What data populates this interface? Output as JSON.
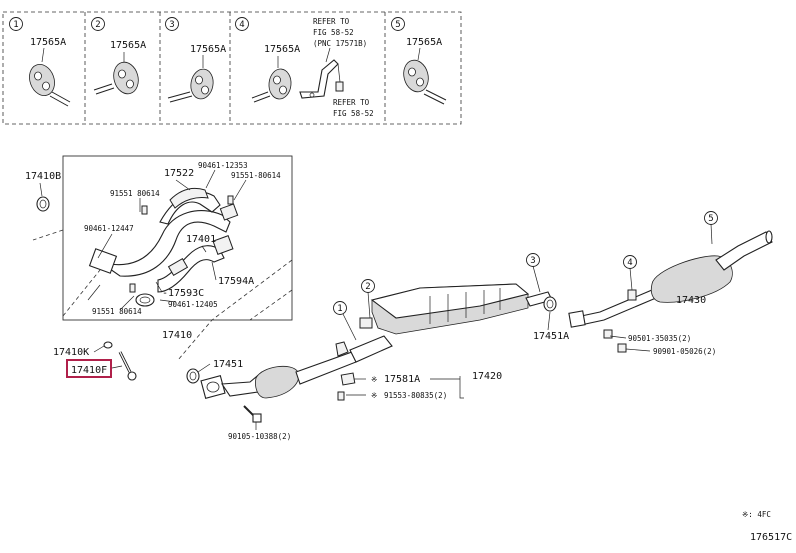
{
  "top_panels": [
    {
      "circle": "1",
      "part": "17565A"
    },
    {
      "circle": "2",
      "part": "17565A"
    },
    {
      "circle": "3",
      "part": "17565A"
    },
    {
      "circle": "4",
      "part": "17565A",
      "note_top": [
        "REFER TO",
        "FIG 58-52",
        "(PNC 17571B)"
      ],
      "note_bottom": [
        "REFER TO",
        "FIG 58-52"
      ]
    },
    {
      "circle": "5",
      "part": "17565A"
    }
  ],
  "manifold_box": {
    "box_label": "17410",
    "parts": {
      "p17522": "17522",
      "p90461_12353": "90461-12353",
      "p91551_80614_r": "91551-80614",
      "p91551_80614_l": "91551  80614",
      "p90461_12447": "90461-12447",
      "p17401": "17401",
      "p17594a": "17594A",
      "p17593c": "-17593C",
      "p90461_12405": "90461-12405",
      "p91551_80614_b": "91551  80614"
    }
  },
  "left_parts": {
    "p17410b": "17410B",
    "p17410k": "17410K",
    "p17410f": "17410F",
    "p17451": "17451"
  },
  "front_pipe": {
    "p90105": "90105-10388(2)",
    "p17581a": "17581A",
    "p91553": "91553-80835(2)",
    "p17420": "17420",
    "mark": "※"
  },
  "rear": {
    "p17451a": "17451A",
    "p90501": "90501-35035(2)",
    "p90901": "90901-05026(2)",
    "p17430": "17430"
  },
  "callouts": [
    "1",
    "2",
    "3",
    "4",
    "5"
  ],
  "footer": {
    "mark": "※: 4FC",
    "fig_code": "176517C"
  }
}
